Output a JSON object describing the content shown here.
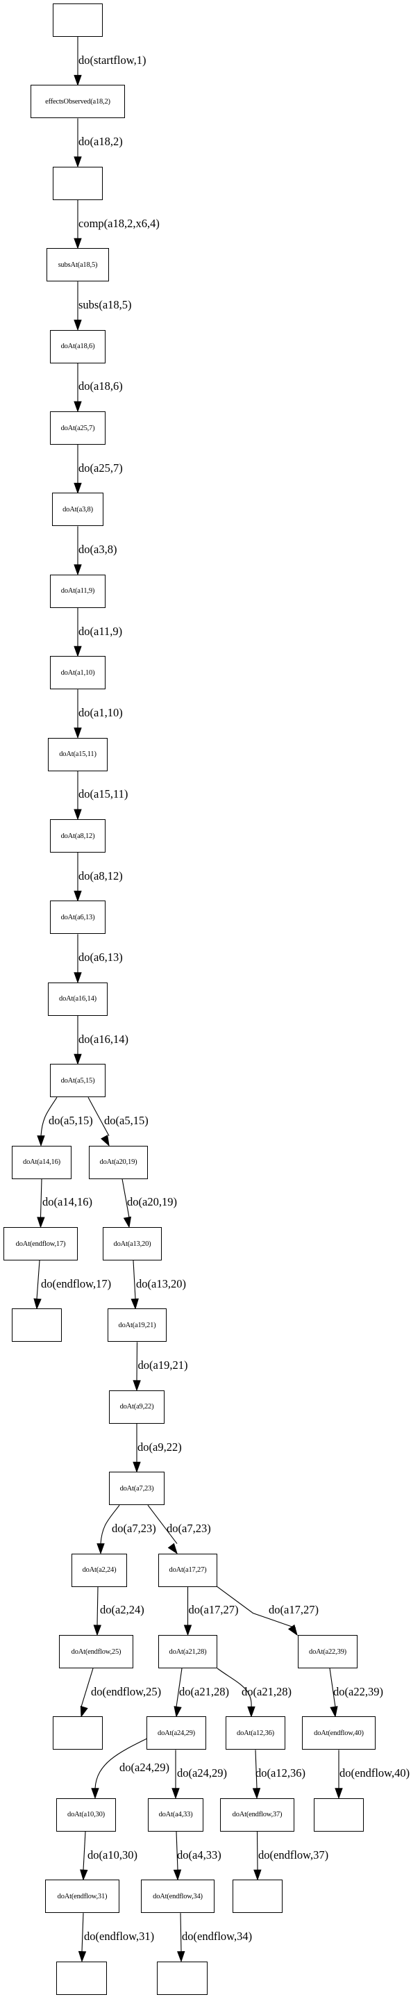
{
  "graph": {
    "nodes": [
      {
        "id": "n0",
        "label": ""
      },
      {
        "id": "n1",
        "label": "effectsObserved(a18,2)"
      },
      {
        "id": "n2",
        "label": ""
      },
      {
        "id": "n3",
        "label": "subsAt(a18,5)"
      },
      {
        "id": "n4",
        "label": "doAt(a18,6)"
      },
      {
        "id": "n5",
        "label": "doAt(a25,7)"
      },
      {
        "id": "n6",
        "label": "doAt(a3,8)"
      },
      {
        "id": "n7",
        "label": "doAt(a11,9)"
      },
      {
        "id": "n8",
        "label": "doAt(a1,10)"
      },
      {
        "id": "n9",
        "label": "doAt(a15,11)"
      },
      {
        "id": "n10",
        "label": "doAt(a8,12)"
      },
      {
        "id": "n11",
        "label": "doAt(a6,13)"
      },
      {
        "id": "n12",
        "label": "doAt(a16,14)"
      },
      {
        "id": "n13",
        "label": "doAt(a5,15)"
      },
      {
        "id": "n14",
        "label": "doAt(a14,16)"
      },
      {
        "id": "n15",
        "label": "doAt(a20,19)"
      },
      {
        "id": "n16",
        "label": "doAt(endflow,17)"
      },
      {
        "id": "n17",
        "label": "doAt(a13,20)"
      },
      {
        "id": "n18",
        "label": ""
      },
      {
        "id": "n19",
        "label": "doAt(a19,21)"
      },
      {
        "id": "n20",
        "label": "doAt(a9,22)"
      },
      {
        "id": "n21",
        "label": "doAt(a7,23)"
      },
      {
        "id": "n22",
        "label": "doAt(a2,24)"
      },
      {
        "id": "n23",
        "label": "doAt(a17,27)"
      },
      {
        "id": "n24",
        "label": "doAt(endflow,25)"
      },
      {
        "id": "n25",
        "label": "doAt(a21,28)"
      },
      {
        "id": "n26",
        "label": "doAt(a22,39)"
      },
      {
        "id": "n27",
        "label": ""
      },
      {
        "id": "n28",
        "label": "doAt(a24,29)"
      },
      {
        "id": "n29",
        "label": "doAt(a12,36)"
      },
      {
        "id": "n30",
        "label": "doAt(endflow,40)"
      },
      {
        "id": "n31",
        "label": "doAt(a10,30)"
      },
      {
        "id": "n32",
        "label": "doAt(a4,33)"
      },
      {
        "id": "n33",
        "label": "doAt(endflow,37)"
      },
      {
        "id": "n34",
        "label": ""
      },
      {
        "id": "n35",
        "label": "doAt(endflow,31)"
      },
      {
        "id": "n36",
        "label": "doAt(endflow,34)"
      },
      {
        "id": "n37",
        "label": ""
      },
      {
        "id": "n38",
        "label": ""
      },
      {
        "id": "n39",
        "label": ""
      }
    ],
    "edges": [
      {
        "from": "n0",
        "to": "n1",
        "label": "do(startflow,1)"
      },
      {
        "from": "n1",
        "to": "n2",
        "label": "do(a18,2)"
      },
      {
        "from": "n2",
        "to": "n3",
        "label": "comp(a18,2,x6,4)"
      },
      {
        "from": "n3",
        "to": "n4",
        "label": "subs(a18,5)"
      },
      {
        "from": "n4",
        "to": "n5",
        "label": "do(a18,6)"
      },
      {
        "from": "n5",
        "to": "n6",
        "label": "do(a25,7)"
      },
      {
        "from": "n6",
        "to": "n7",
        "label": "do(a3,8)"
      },
      {
        "from": "n7",
        "to": "n8",
        "label": "do(a11,9)"
      },
      {
        "from": "n8",
        "to": "n9",
        "label": "do(a1,10)"
      },
      {
        "from": "n9",
        "to": "n10",
        "label": "do(a15,11)"
      },
      {
        "from": "n10",
        "to": "n11",
        "label": "do(a8,12)"
      },
      {
        "from": "n11",
        "to": "n12",
        "label": "do(a6,13)"
      },
      {
        "from": "n12",
        "to": "n13",
        "label": "do(a16,14)"
      },
      {
        "from": "n13",
        "to": "n14",
        "label": "do(a5,15)"
      },
      {
        "from": "n13",
        "to": "n15",
        "label": "do(a5,15)"
      },
      {
        "from": "n14",
        "to": "n16",
        "label": "do(a14,16)"
      },
      {
        "from": "n15",
        "to": "n17",
        "label": "do(a20,19)"
      },
      {
        "from": "n16",
        "to": "n18",
        "label": "do(endflow,17)"
      },
      {
        "from": "n17",
        "to": "n19",
        "label": "do(a13,20)"
      },
      {
        "from": "n19",
        "to": "n20",
        "label": "do(a19,21)"
      },
      {
        "from": "n20",
        "to": "n21",
        "label": "do(a9,22)"
      },
      {
        "from": "n21",
        "to": "n22",
        "label": "do(a7,23)"
      },
      {
        "from": "n21",
        "to": "n23",
        "label": "do(a7,23)"
      },
      {
        "from": "n22",
        "to": "n24",
        "label": "do(a2,24)"
      },
      {
        "from": "n23",
        "to": "n25",
        "label": "do(a17,27)"
      },
      {
        "from": "n23",
        "to": "n26",
        "label": "do(a17,27)"
      },
      {
        "from": "n24",
        "to": "n27",
        "label": "do(endflow,25)"
      },
      {
        "from": "n25",
        "to": "n28",
        "label": "do(a21,28)"
      },
      {
        "from": "n25",
        "to": "n29",
        "label": "do(a21,28)"
      },
      {
        "from": "n26",
        "to": "n30",
        "label": "do(a22,39)"
      },
      {
        "from": "n28",
        "to": "n31",
        "label": "do(a24,29)"
      },
      {
        "from": "n28",
        "to": "n32",
        "label": "do(a24,29)"
      },
      {
        "from": "n29",
        "to": "n33",
        "label": "do(a12,36)"
      },
      {
        "from": "n30",
        "to": "n34",
        "label": "do(endflow,40)"
      },
      {
        "from": "n31",
        "to": "n35",
        "label": "do(a10,30)"
      },
      {
        "from": "n32",
        "to": "n36",
        "label": "do(a4,33)"
      },
      {
        "from": "n33",
        "to": "n37",
        "label": "do(endflow,37)"
      },
      {
        "from": "n35",
        "to": "n38",
        "label": "do(endflow,31)"
      },
      {
        "from": "n36",
        "to": "n39",
        "label": "do(endflow,34)"
      }
    ]
  }
}
